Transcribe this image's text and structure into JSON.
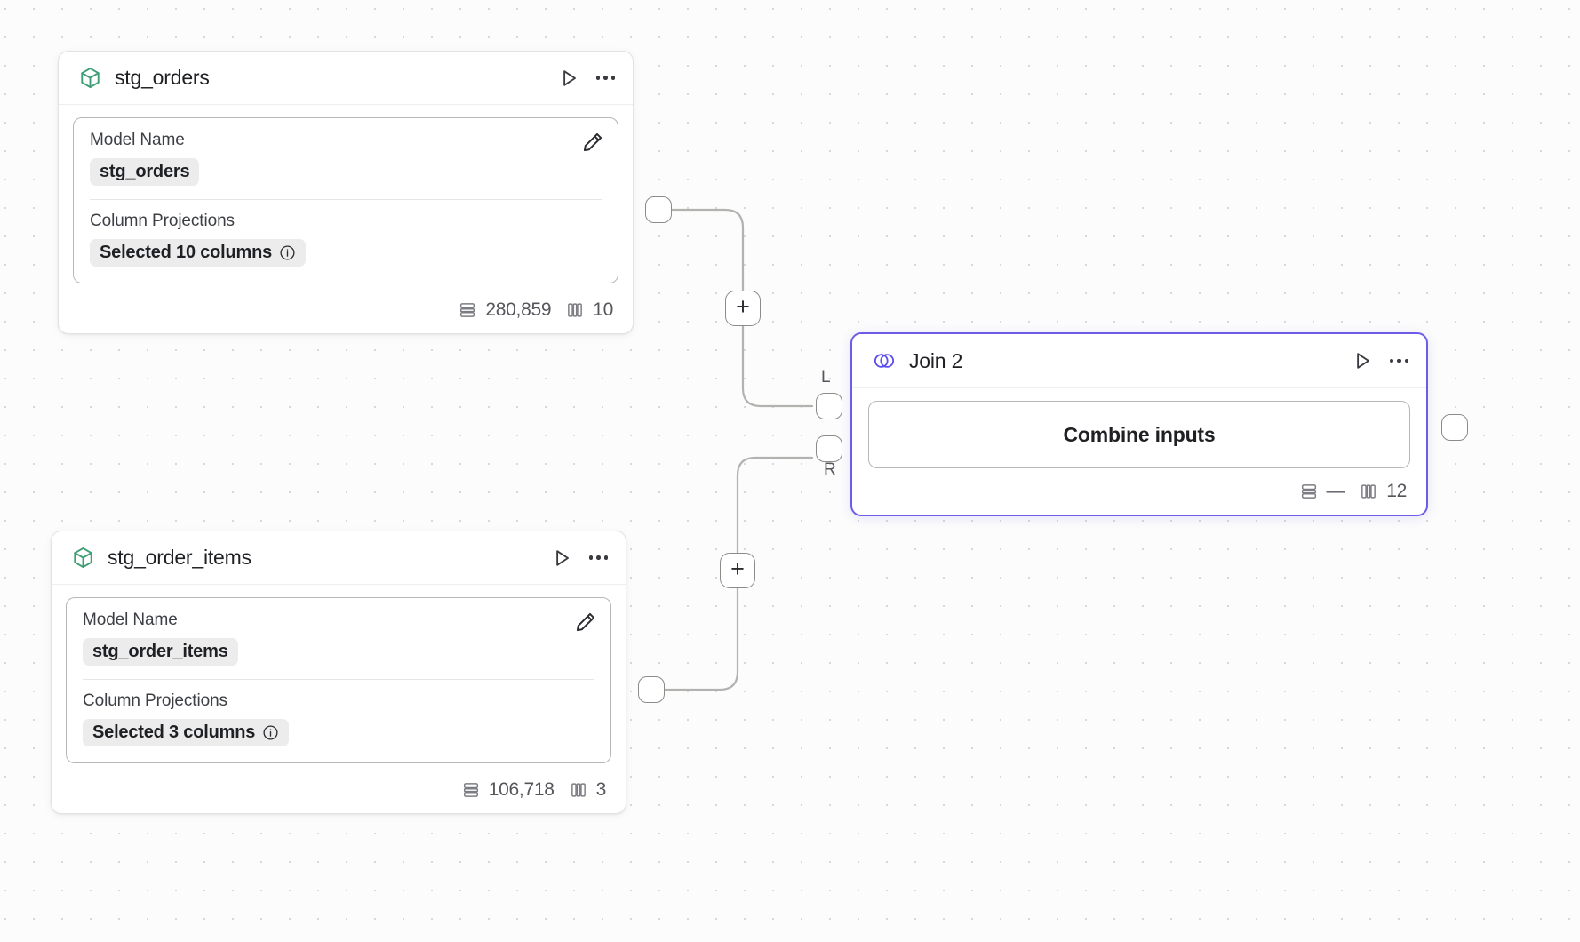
{
  "canvas": {
    "background": "#fcfcfc",
    "grid": "dot-grid",
    "accent": "#6c5ce7",
    "model_icon_color": "#3f9e74"
  },
  "nodes": [
    {
      "id": "stg_orders",
      "type": "model",
      "icon": "cube-icon",
      "title": "stg_orders",
      "selected": false,
      "fields": [
        {
          "label": "Model Name",
          "value": "stg_orders",
          "has_info": false
        },
        {
          "label": "Column Projections",
          "value": "Selected 10 columns",
          "has_info": true
        }
      ],
      "footer": {
        "rows_label": "280,859",
        "columns_label": "10"
      },
      "actions": {
        "run": "run-icon",
        "more": "more-icon",
        "edit": "edit-pencil-icon"
      }
    },
    {
      "id": "stg_order_items",
      "type": "model",
      "icon": "cube-icon",
      "title": "stg_order_items",
      "selected": false,
      "fields": [
        {
          "label": "Model Name",
          "value": "stg_order_items",
          "has_info": false
        },
        {
          "label": "Column Projections",
          "value": "Selected 3 columns",
          "has_info": true
        }
      ],
      "footer": {
        "rows_label": "106,718",
        "columns_label": "3"
      },
      "actions": {
        "run": "run-icon",
        "more": "more-icon",
        "edit": "edit-pencil-icon"
      }
    },
    {
      "id": "join_2",
      "type": "join",
      "icon": "venn-join-icon",
      "title": "Join 2",
      "selected": true,
      "body_label": "Combine inputs",
      "footer": {
        "rows_label": "—",
        "columns_label": "12"
      },
      "ports": {
        "left": "L",
        "right": "R"
      },
      "actions": {
        "run": "run-icon",
        "more": "more-icon"
      }
    }
  ],
  "edges": [
    {
      "from": "stg_orders",
      "to": "join_2.L",
      "add_button": "+"
    },
    {
      "from": "stg_order_items",
      "to": "join_2.R",
      "add_button": "+"
    }
  ]
}
